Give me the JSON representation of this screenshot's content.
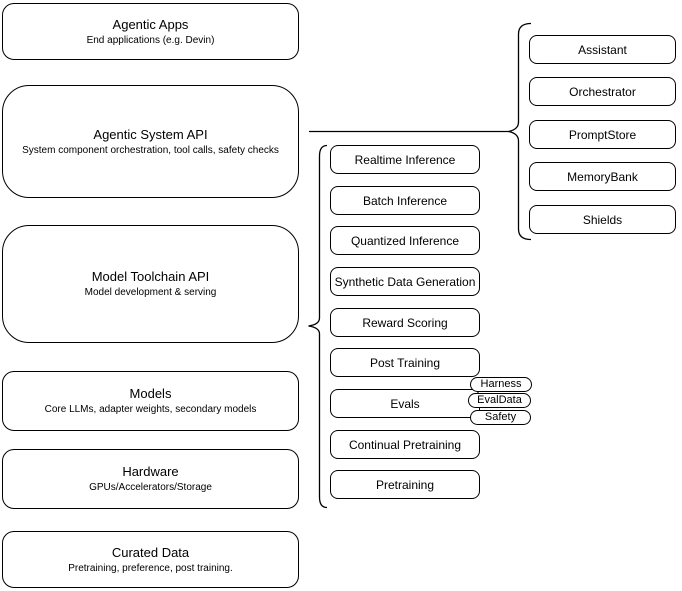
{
  "diagram": {
    "stack": [
      {
        "title": "Agentic Apps",
        "subtitle": "End applications (e.g. Devin)"
      },
      {
        "title": "Agentic System API",
        "subtitle": "System component orchestration, tool calls, safety checks"
      },
      {
        "title": "Model Toolchain API",
        "subtitle": "Model development & serving"
      },
      {
        "title": "Models",
        "subtitle": "Core LLMs, adapter weights, secondary models"
      },
      {
        "title": "Hardware",
        "subtitle": "GPUs/Accelerators/Storage"
      },
      {
        "title": "Curated Data",
        "subtitle": "Pretraining, preference, post training."
      }
    ],
    "toolchain_services": [
      "Realtime Inference",
      "Batch Inference",
      "Quantized Inference",
      "Synthetic Data Generation",
      "Reward Scoring",
      "Post Training",
      "Evals",
      "Continual Pretraining",
      "Pretraining"
    ],
    "evals_tags": [
      "Harness",
      "EvalData",
      "Safety"
    ],
    "system_components": [
      "Assistant",
      "Orchestrator",
      "PromptStore",
      "MemoryBank",
      "Shields"
    ],
    "colors": {
      "stroke": "#000000",
      "fill": "#ffffff",
      "text": "#000000"
    }
  }
}
